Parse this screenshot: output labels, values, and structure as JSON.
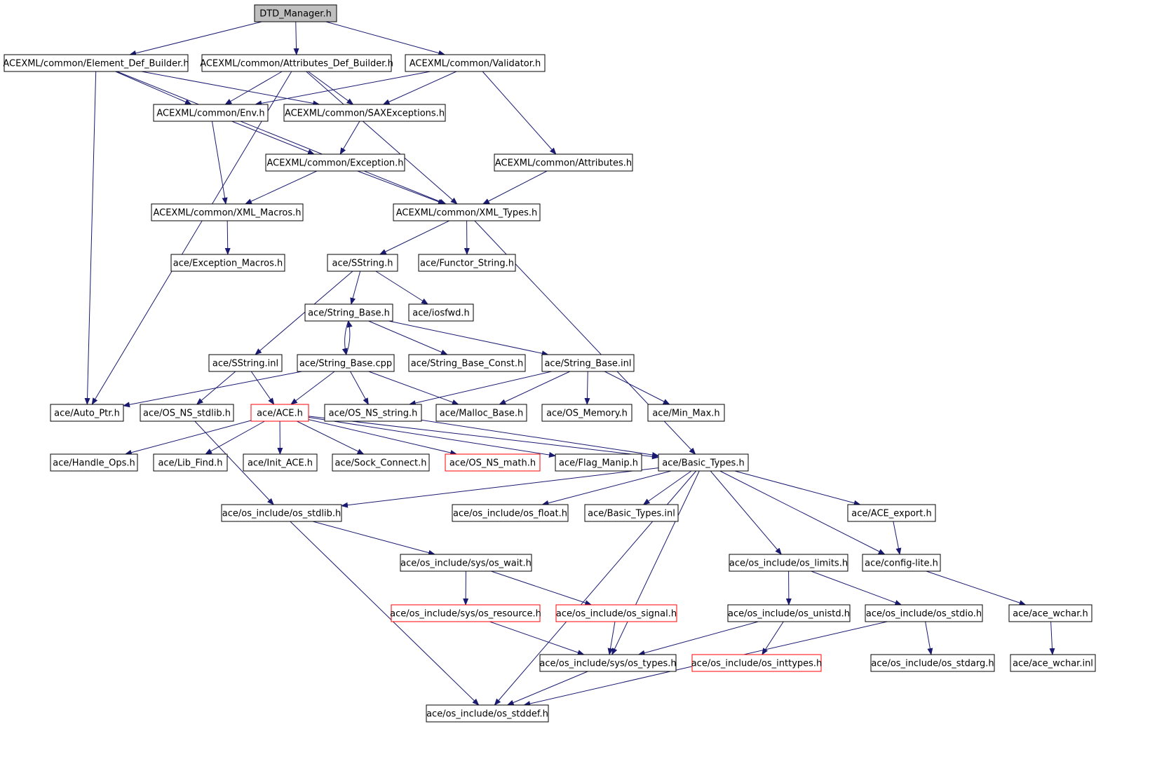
{
  "colors": {
    "edge": "#191970",
    "node_border": "#000000",
    "red_border": "#ff0000",
    "root_fill": "#bfbfbf"
  },
  "nodes": [
    {
      "id": "dtd",
      "label": "DTD_Manager.h",
      "style": "root"
    },
    {
      "id": "edb",
      "label": "ACEXML/common/Element_Def_Builder.h"
    },
    {
      "id": "adb",
      "label": "ACEXML/common/Attributes_Def_Builder.h"
    },
    {
      "id": "val",
      "label": "ACEXML/common/Validator.h"
    },
    {
      "id": "env",
      "label": "ACEXML/common/Env.h"
    },
    {
      "id": "sax",
      "label": "ACEXML/common/SAXExceptions.h"
    },
    {
      "id": "exc",
      "label": "ACEXML/common/Exception.h"
    },
    {
      "id": "att",
      "label": "ACEXML/common/Attributes.h"
    },
    {
      "id": "xmac",
      "label": "ACEXML/common/XML_Macros.h"
    },
    {
      "id": "xtyp",
      "label": "ACEXML/common/XML_Types.h"
    },
    {
      "id": "emac",
      "label": "ace/Exception_Macros.h"
    },
    {
      "id": "sstr",
      "label": "ace/SString.h"
    },
    {
      "id": "fstr",
      "label": "ace/Functor_String.h"
    },
    {
      "id": "sbase",
      "label": "ace/String_Base.h"
    },
    {
      "id": "iosf",
      "label": "ace/iosfwd.h"
    },
    {
      "id": "sinl",
      "label": "ace/SString.inl"
    },
    {
      "id": "sbcpp",
      "label": "ace/String_Base.cpp"
    },
    {
      "id": "sbconst",
      "label": "ace/String_Base_Const.h"
    },
    {
      "id": "sbinl",
      "label": "ace/String_Base.inl"
    },
    {
      "id": "aptr",
      "label": "ace/Auto_Ptr.h"
    },
    {
      "id": "osnsstd",
      "label": "ace/OS_NS_stdlib.h"
    },
    {
      "id": "ace",
      "label": "ace/ACE.h",
      "style": "red"
    },
    {
      "id": "osnsstr",
      "label": "ace/OS_NS_string.h"
    },
    {
      "id": "malloc",
      "label": "ace/Malloc_Base.h"
    },
    {
      "id": "osmem",
      "label": "ace/OS_Memory.h"
    },
    {
      "id": "minmax",
      "label": "ace/Min_Max.h"
    },
    {
      "id": "handle",
      "label": "ace/Handle_Ops.h"
    },
    {
      "id": "lib",
      "label": "ace/Lib_Find.h"
    },
    {
      "id": "init",
      "label": "ace/Init_ACE.h"
    },
    {
      "id": "sock",
      "label": "ace/Sock_Connect.h"
    },
    {
      "id": "osmath",
      "label": "ace/OS_NS_math.h",
      "style": "red"
    },
    {
      "id": "flag",
      "label": "ace/Flag_Manip.h"
    },
    {
      "id": "btyp",
      "label": "ace/Basic_Types.h"
    },
    {
      "id": "osstdlib",
      "label": "ace/os_include/os_stdlib.h"
    },
    {
      "id": "osfloat",
      "label": "ace/os_include/os_float.h"
    },
    {
      "id": "btinl",
      "label": "ace/Basic_Types.inl"
    },
    {
      "id": "export",
      "label": "ace/ACE_export.h"
    },
    {
      "id": "wait",
      "label": "ace/os_include/sys/os_wait.h"
    },
    {
      "id": "limits",
      "label": "ace/os_include/os_limits.h"
    },
    {
      "id": "config",
      "label": "ace/config-lite.h"
    },
    {
      "id": "resource",
      "label": "ace/os_include/sys/os_resource.h",
      "style": "red"
    },
    {
      "id": "signal",
      "label": "ace/os_include/os_signal.h",
      "style": "red"
    },
    {
      "id": "unistd",
      "label": "ace/os_include/os_unistd.h"
    },
    {
      "id": "stdio",
      "label": "ace/os_include/os_stdio.h"
    },
    {
      "id": "wchar",
      "label": "ace/ace_wchar.h"
    },
    {
      "id": "systypes",
      "label": "ace/os_include/sys/os_types.h"
    },
    {
      "id": "inttypes",
      "label": "ace/os_include/os_inttypes.h",
      "style": "red"
    },
    {
      "id": "stdarg",
      "label": "ace/os_include/os_stdarg.h"
    },
    {
      "id": "wcharinl",
      "label": "ace/ace_wchar.inl"
    },
    {
      "id": "stddef",
      "label": "ace/os_include/os_stddef.h"
    }
  ],
  "edges": [
    [
      "dtd",
      "edb"
    ],
    [
      "dtd",
      "adb"
    ],
    [
      "dtd",
      "val"
    ],
    [
      "edb",
      "env"
    ],
    [
      "edb",
      "sax"
    ],
    [
      "edb",
      "xtyp"
    ],
    [
      "edb",
      "aptr"
    ],
    [
      "adb",
      "env"
    ],
    [
      "adb",
      "sax"
    ],
    [
      "adb",
      "xtyp"
    ],
    [
      "adb",
      "aptr"
    ],
    [
      "val",
      "env"
    ],
    [
      "val",
      "sax"
    ],
    [
      "val",
      "att"
    ],
    [
      "env",
      "exc"
    ],
    [
      "env",
      "xmac"
    ],
    [
      "sax",
      "exc"
    ],
    [
      "exc",
      "xmac"
    ],
    [
      "exc",
      "xtyp"
    ],
    [
      "att",
      "xtyp"
    ],
    [
      "xmac",
      "emac"
    ],
    [
      "xtyp",
      "sstr"
    ],
    [
      "xtyp",
      "fstr"
    ],
    [
      "xtyp",
      "btyp"
    ],
    [
      "sstr",
      "sbase"
    ],
    [
      "sstr",
      "iosf"
    ],
    [
      "sstr",
      "sinl"
    ],
    [
      "sbase",
      "sbcpp"
    ],
    [
      "sbcpp",
      "sbase"
    ],
    [
      "sbase",
      "sbconst"
    ],
    [
      "sbase",
      "sbinl"
    ],
    [
      "sinl",
      "osnsstd"
    ],
    [
      "sinl",
      "ace"
    ],
    [
      "sbcpp",
      "aptr"
    ],
    [
      "sbcpp",
      "ace"
    ],
    [
      "sbcpp",
      "osnsstr"
    ],
    [
      "sbcpp",
      "malloc"
    ],
    [
      "sbinl",
      "osnsstr"
    ],
    [
      "sbinl",
      "malloc"
    ],
    [
      "sbinl",
      "osmem"
    ],
    [
      "sbinl",
      "minmax"
    ],
    [
      "osnsstd",
      "osstdlib"
    ],
    [
      "ace",
      "handle"
    ],
    [
      "ace",
      "lib"
    ],
    [
      "ace",
      "init"
    ],
    [
      "ace",
      "sock"
    ],
    [
      "ace",
      "osmath"
    ],
    [
      "ace",
      "flag"
    ],
    [
      "ace",
      "btyp"
    ],
    [
      "osnsstr",
      "btyp"
    ],
    [
      "btyp",
      "osstdlib"
    ],
    [
      "btyp",
      "osfloat"
    ],
    [
      "btyp",
      "btinl"
    ],
    [
      "btyp",
      "export"
    ],
    [
      "btyp",
      "limits"
    ],
    [
      "btyp",
      "config"
    ],
    [
      "btyp",
      "systypes"
    ],
    [
      "btyp",
      "stddef"
    ],
    [
      "osstdlib",
      "wait"
    ],
    [
      "osstdlib",
      "stddef"
    ],
    [
      "export",
      "config"
    ],
    [
      "wait",
      "resource"
    ],
    [
      "wait",
      "signal"
    ],
    [
      "limits",
      "unistd"
    ],
    [
      "limits",
      "stdio"
    ],
    [
      "config",
      "wchar"
    ],
    [
      "resource",
      "systypes"
    ],
    [
      "signal",
      "systypes"
    ],
    [
      "unistd",
      "systypes"
    ],
    [
      "unistd",
      "inttypes"
    ],
    [
      "stdio",
      "stdarg"
    ],
    [
      "stdio",
      "stddef"
    ],
    [
      "wchar",
      "wcharinl"
    ],
    [
      "systypes",
      "stddef"
    ]
  ]
}
